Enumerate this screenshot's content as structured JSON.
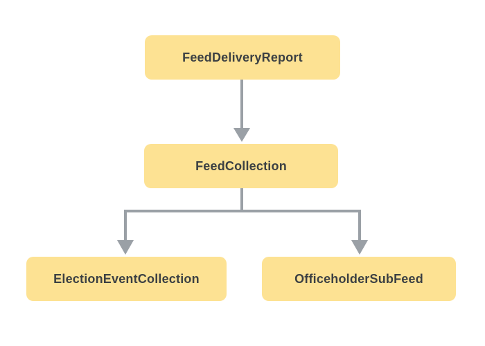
{
  "diagram": {
    "type": "hierarchy-flow-diagram",
    "colors": {
      "background": "#FFFFFF",
      "node_fill": "#FDE293",
      "node_text": "#3C4043",
      "connector": "#9AA0A6"
    },
    "nodes": [
      {
        "id": "feed-delivery-report",
        "label": "FeedDeliveryReport"
      },
      {
        "id": "feed-collection",
        "label": "FeedCollection"
      },
      {
        "id": "election-event-collection",
        "label": "ElectionEventCollection"
      },
      {
        "id": "officeholder-sub-feed",
        "label": "OfficeholderSubFeed"
      }
    ],
    "edges": [
      {
        "from": "FeedDeliveryReport",
        "to": "FeedCollection"
      },
      {
        "from": "FeedCollection",
        "to": "ElectionEventCollection"
      },
      {
        "from": "FeedCollection",
        "to": "OfficeholderSubFeed"
      }
    ]
  }
}
